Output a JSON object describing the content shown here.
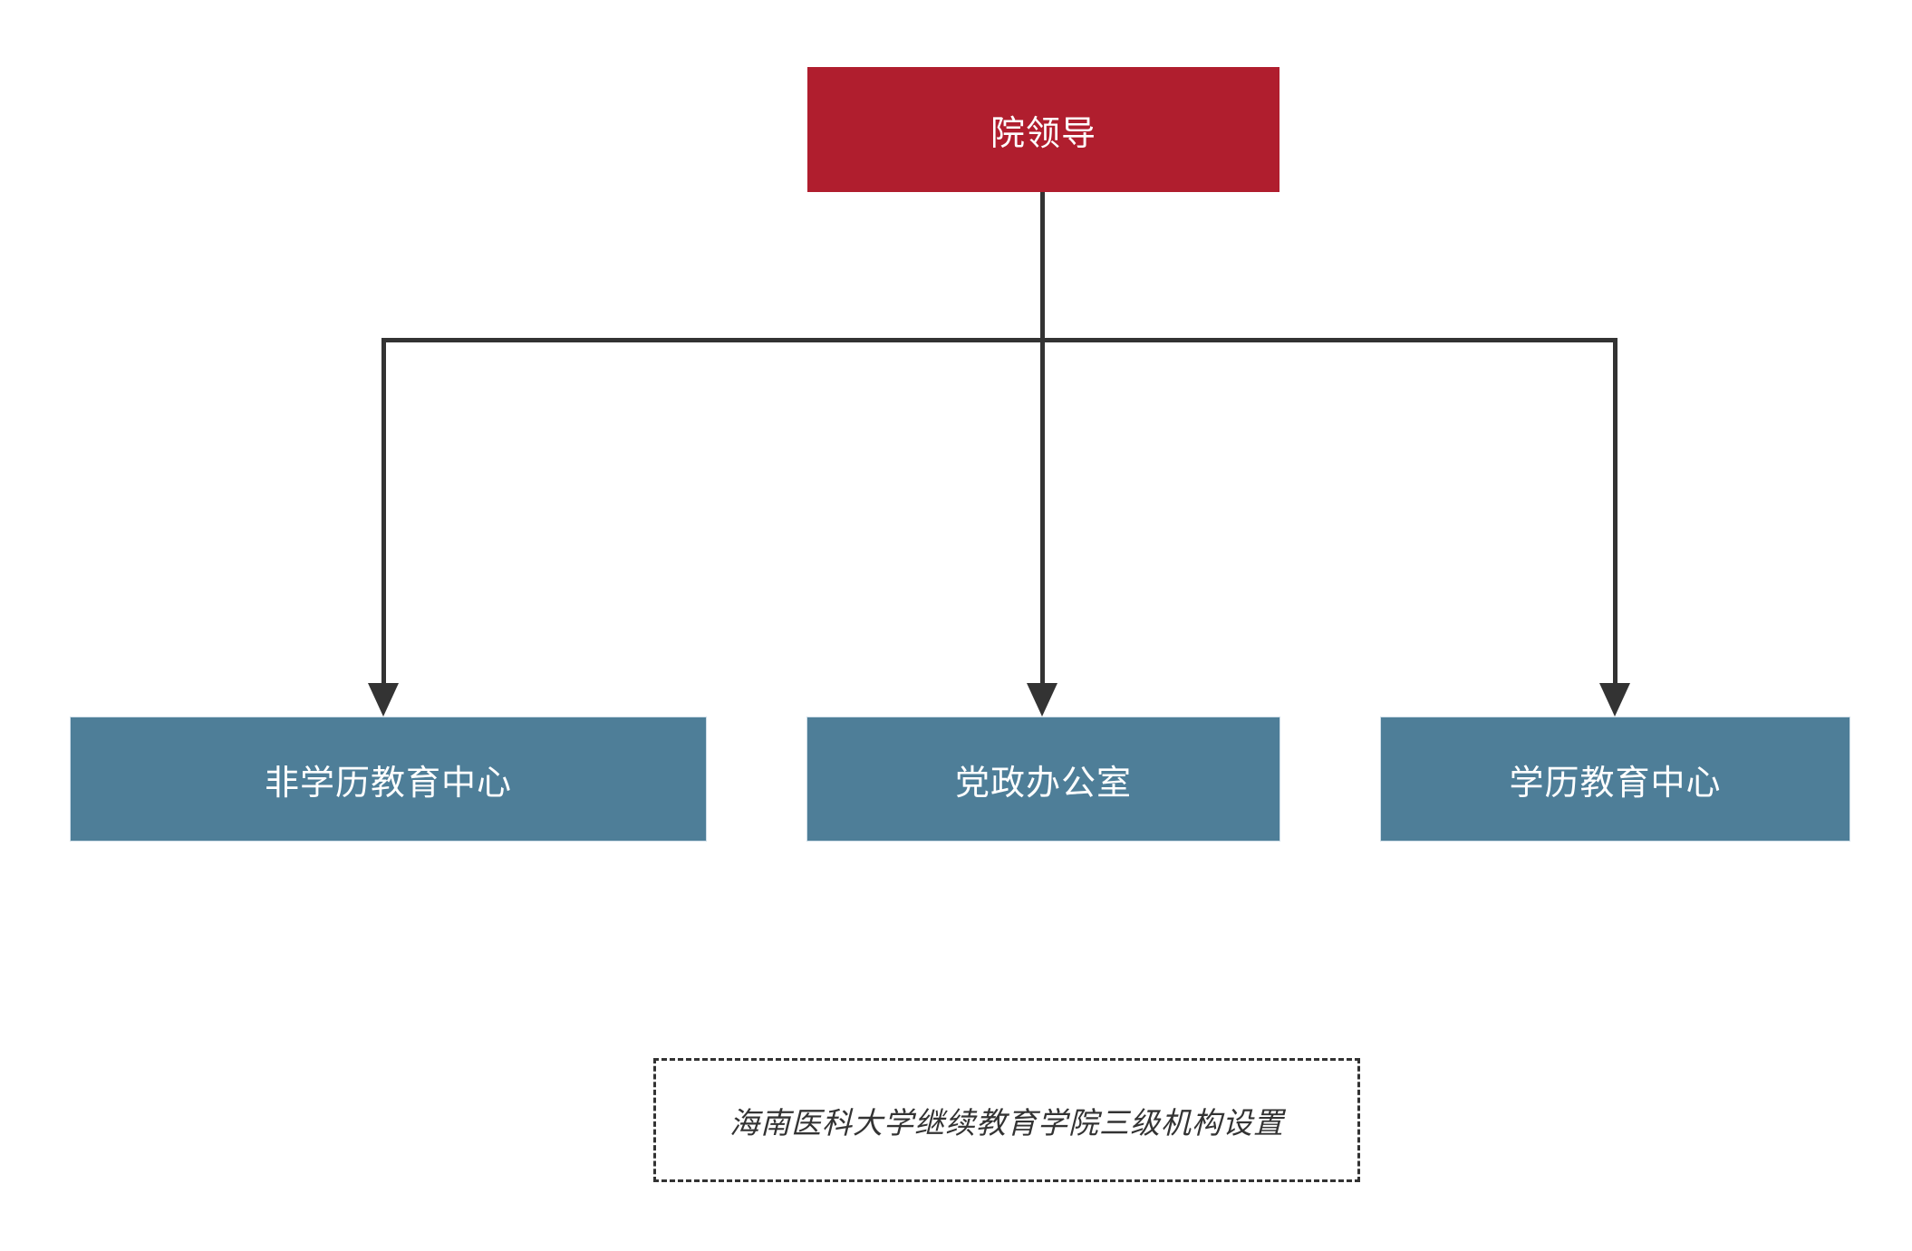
{
  "diagram": {
    "type": "org-chart",
    "root": {
      "label": "院领导"
    },
    "children": [
      {
        "label": "非学历教育中心"
      },
      {
        "label": "党政办公室"
      },
      {
        "label": "学历教育中心"
      }
    ],
    "caption": {
      "label": "海南医科大学继续教育学院三级机构设置"
    },
    "colors": {
      "root_fill": "#B01E2E",
      "child_fill": "#4E7E98",
      "line": "#333333",
      "box_text": "#FFFFFF",
      "caption_text": "#333333",
      "background": "#FFFFFF"
    }
  }
}
